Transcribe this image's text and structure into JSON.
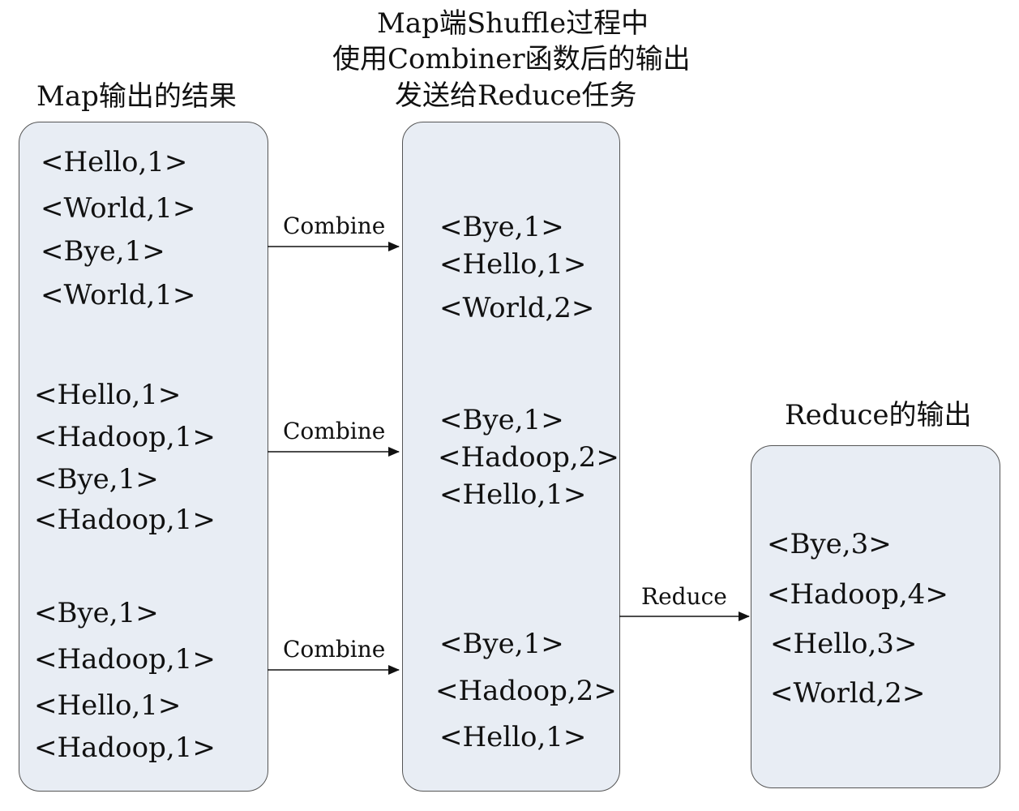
{
  "titles": {
    "map_output": "Map输出的结果",
    "shuffle_line1": "Map端Shuffle过程中",
    "shuffle_line2": "使用Combiner函数后的输出",
    "shuffle_line3": "发送给Reduce任务",
    "reduce_output": "Reduce的输出"
  },
  "map_output": {
    "group1": [
      "<Hello,1>",
      "<World,1>",
      "<Bye,1>",
      "<World,1>"
    ],
    "group2": [
      "<Hello,1>",
      "<Hadoop,1>",
      "<Bye,1>",
      "<Hadoop,1>"
    ],
    "group3": [
      "<Bye,1>",
      "<Hadoop,1>",
      "<Hello,1>",
      "<Hadoop,1>"
    ]
  },
  "combined_output": {
    "group1": [
      "<Bye,1>",
      "<Hello,1>",
      "<World,2>"
    ],
    "group2": [
      "<Bye,1>",
      "<Hadoop,2>",
      "<Hello,1>"
    ],
    "group3": [
      "<Bye,1>",
      "<Hadoop,2>",
      "<Hello,1>"
    ]
  },
  "reduce_output": [
    "<Bye,3>",
    "<Hadoop,4>",
    "<Hello,3>",
    "<World,2>"
  ],
  "arrows": {
    "combine1": "Combine",
    "combine2": "Combine",
    "combine3": "Combine",
    "reduce": "Reduce"
  }
}
